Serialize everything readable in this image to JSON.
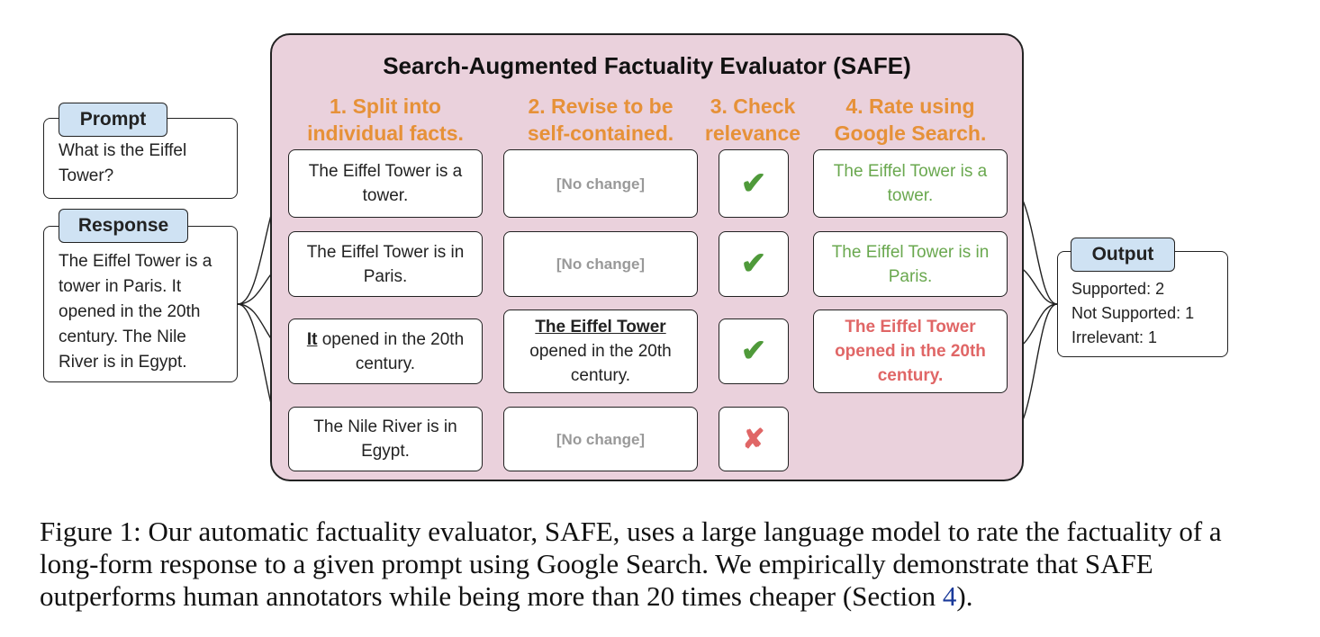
{
  "panel": {
    "title": "Search-Augmented Factuality Evaluator (SAFE)",
    "steps": [
      "1. Split into\nindividual facts.",
      "2. Revise to be\nself-contained.",
      "3. Check\nrelevance",
      "4. Rate using\nGoogle Search."
    ]
  },
  "prompt": {
    "tag": "Prompt",
    "text": "What is the Eiffel Tower?"
  },
  "response": {
    "tag": "Response",
    "text": "The Eiffel Tower is a tower in Paris. It opened in the 20th century. The Nile River is in Egypt."
  },
  "rows": [
    {
      "fact": "The Eiffel Tower is a tower.",
      "revised": "[No change]",
      "relevance": "✔",
      "rating": "The Eiffel Tower is a tower."
    },
    {
      "fact": "The Eiffel Tower is in Paris.",
      "revised": "[No change]",
      "relevance": "✔",
      "rating": "The Eiffel Tower is in Paris."
    },
    {
      "fact_underlined": "It",
      "fact_rest": " opened in the 20th century.",
      "revised_underlined": "The Eiffel Tower",
      "revised_rest": "opened in the 20th century.",
      "relevance": "✔",
      "rating": "The Eiffel Tower opened in the 20th century."
    },
    {
      "fact": "The Nile River is in Egypt.",
      "revised": "[No change]",
      "relevance": "✘"
    }
  ],
  "output": {
    "tag": "Output",
    "lines": [
      "Supported: 2",
      "Not Supported: 1",
      "Irrelevant: 1"
    ]
  },
  "caption": {
    "text": "Figure 1: Our automatic factuality evaluator, SAFE, uses a large language model to rate the factuality of a long-form response to a given prompt using Google Search. We empirically demonstrate that SAFE outperforms human annotators while being more than 20 times cheaper (Section ",
    "ref": "4",
    "end": ")."
  },
  "colors": {
    "panel_bg": "#ead1dc",
    "step_orange": "#e69138",
    "supported_green": "#6aa84f",
    "unsupported_red": "#e06666",
    "tag_blue": "#cfe2f3"
  }
}
